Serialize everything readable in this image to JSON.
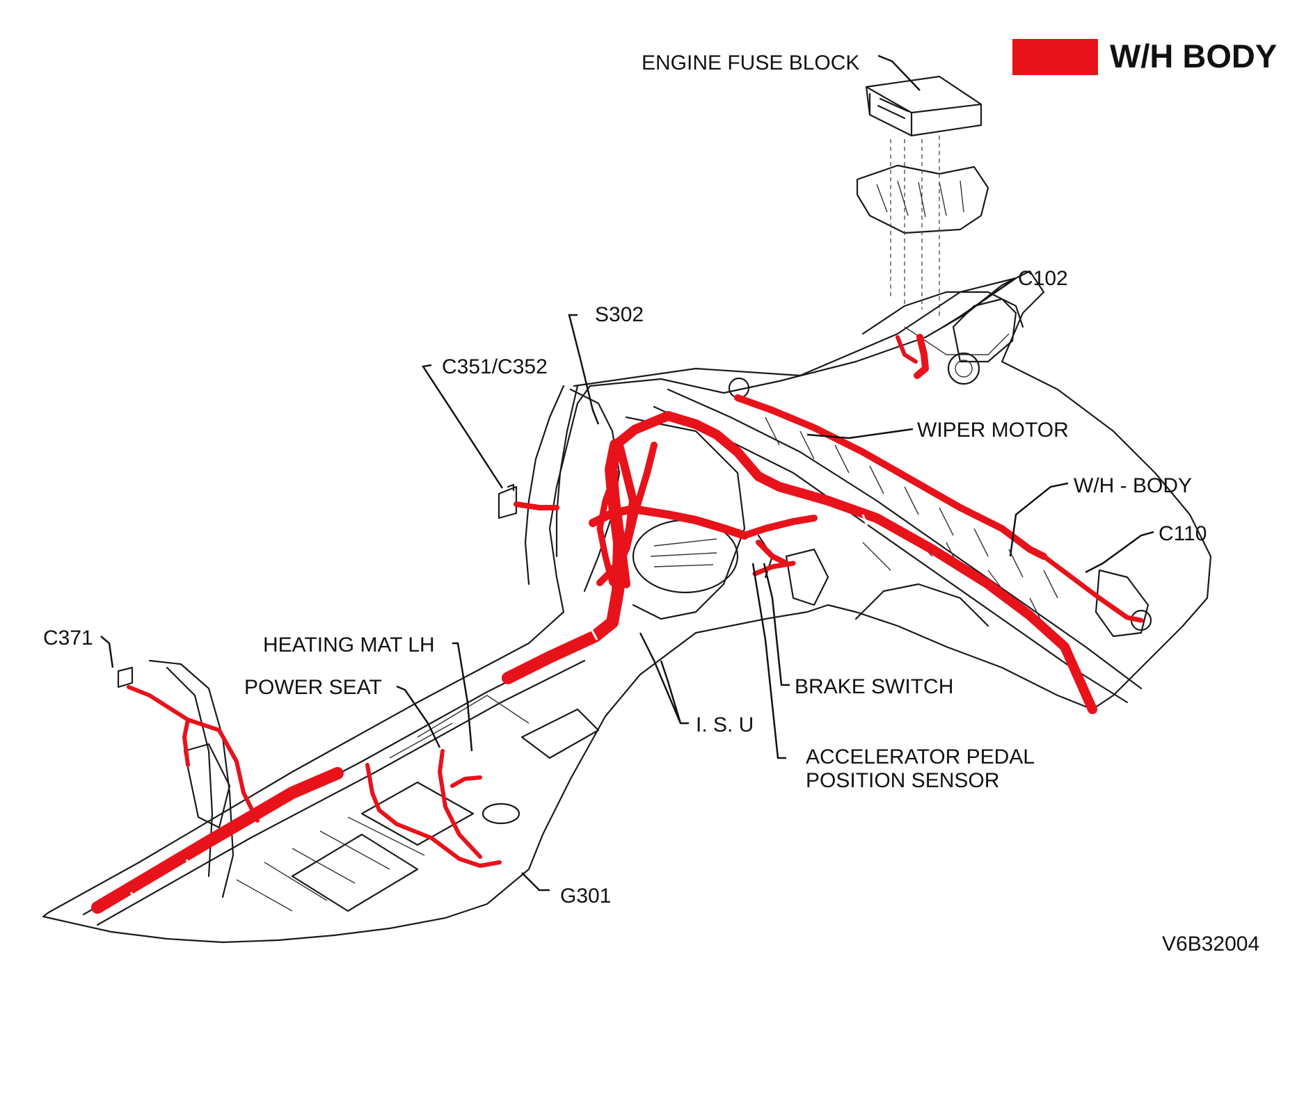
{
  "legend": {
    "label": "W/H BODY",
    "color": "#e8121b"
  },
  "colors": {
    "harness": "#e8121b",
    "outline": "#1a1a1a"
  },
  "labels": {
    "engine_fuse_block": "ENGINE FUSE BLOCK",
    "c102": "C102",
    "s302": "S302",
    "c351_c352": "C351/C352",
    "wiper_motor": "WIPER MOTOR",
    "wh_body": "W/H - BODY",
    "c110": "C110",
    "c371": "C371",
    "heating_mat_lh": "HEATING MAT LH",
    "power_seat": "POWER SEAT",
    "brake_switch": "BRAKE SWITCH",
    "isu": "I. S. U",
    "accelerator_pedal_line1": "ACCELERATOR PEDAL",
    "accelerator_pedal_line2": "POSITION SENSOR",
    "g301": "G301",
    "figure_code": "V6B32004"
  }
}
